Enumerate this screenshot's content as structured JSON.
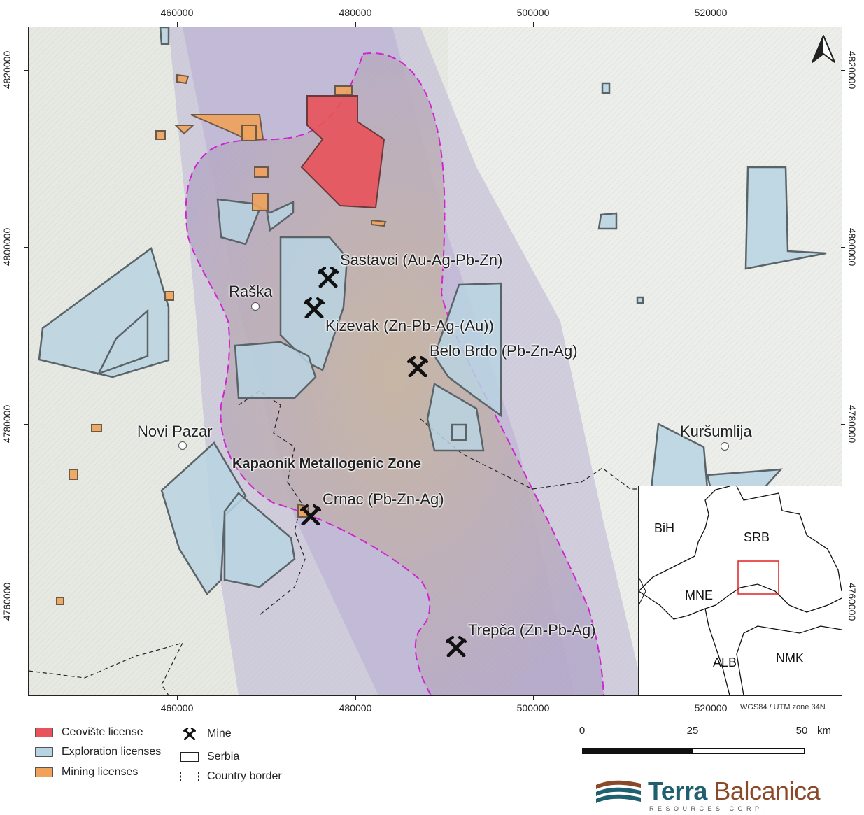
{
  "map": {
    "x_ticks": [
      "460000",
      "480000",
      "500000",
      "520000"
    ],
    "y_ticks": [
      "4820000",
      "4800000",
      "4780000",
      "4760000"
    ],
    "zone_label": "Kapaonik Metallogenic Zone",
    "towns": [
      "Raška",
      "Novi Pazar",
      "Kuršumlija"
    ],
    "mines": [
      "Sastavci (Au-Ag-Pb-Zn)",
      "Kizevak (Zn-Pb-Ag-(Au))",
      "Belo Brdo (Pb-Zn-Ag)",
      "Crnac (Pb-Zn-Ag)",
      "Trepča (Zn-Pb-Ag)"
    ],
    "north_arrow_icon": "north-arrow-icon",
    "crs": "WGS84 / UTM zone 34N"
  },
  "inset": {
    "labels": [
      "BiH",
      "SRB",
      "MNE",
      "ALB",
      "NMK"
    ]
  },
  "legend": {
    "items": [
      {
        "label": "Ceovište license",
        "color": "#e8525a"
      },
      {
        "label": "Exploration licenses",
        "color": "#b8d4e2"
      },
      {
        "label": "Mining licenses",
        "color": "#f0a25a"
      },
      {
        "label": "Mine",
        "icon": "mine-icon"
      },
      {
        "label": "Serbia"
      },
      {
        "label": "Country border"
      }
    ]
  },
  "scale_bar": {
    "labels": [
      "0",
      "25",
      "50"
    ],
    "unit": "km"
  },
  "logo": {
    "word1": "Terra",
    "word2": "Balcanica",
    "sub": "RESOURCES CORP."
  },
  "colors": {
    "ceoviste": "#e8525a",
    "exploration": "#b8d4e2",
    "mining": "#f0a25a",
    "zone_boundary": "#d020d0",
    "logo_teal": "#1f5f6f",
    "logo_brown": "#8a4a2a"
  }
}
